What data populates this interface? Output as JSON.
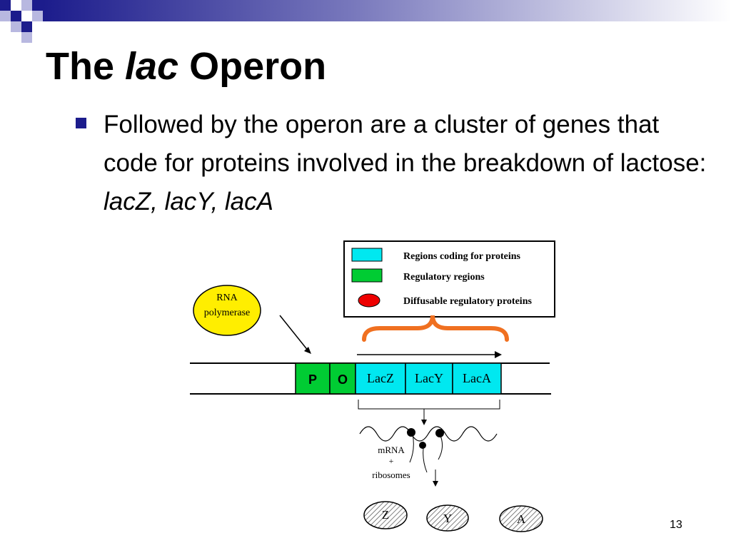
{
  "slide": {
    "title_pre": "The ",
    "title_italic": "lac",
    "title_post": " Operon",
    "bullet_plain": "Followed by the operon are a cluster of genes that code for proteins involved in the breakdown of lactose: ",
    "bullet_italic": "lacZ, lacY, lacA",
    "page_number": "13"
  },
  "diagram": {
    "legend": {
      "coding": "Regions coding for proteins",
      "regulatory": "Regulatory regions",
      "diffusable": "Diffusable regulatory proteins"
    },
    "rna_polymerase_line1": "RNA",
    "rna_polymerase_line2": "polymerase",
    "regions": {
      "p": "P",
      "o": "O",
      "lacz": "LacZ",
      "lacy": "LacY",
      "laca": "LacA"
    },
    "mrna": "mRNA",
    "plus": "+",
    "ribosomes": "ribosomes",
    "proteins": {
      "z": "Z",
      "y": "Y",
      "a": "A"
    }
  },
  "colors": {
    "banner_navy": "#1c1c8c",
    "coding_cyan": "#00e8f0",
    "regulatory_green": "#00cc33",
    "polymerase_yellow": "#ffee00",
    "protein_red": "#ee0000",
    "bracket_orange": "#f07020"
  }
}
